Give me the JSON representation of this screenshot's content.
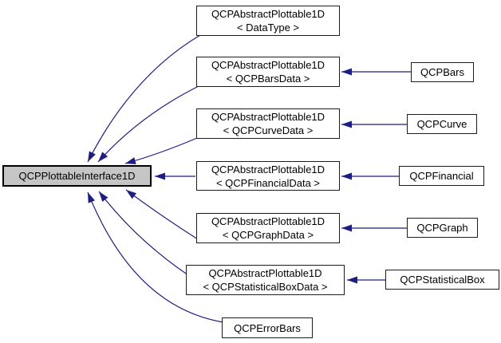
{
  "diagram": {
    "kind": "class-inheritance-graph",
    "colors": {
      "edge": "#1e1e82",
      "root_fill": "#c5c5c5",
      "node_fill": "#ffffff",
      "node_border": "#1c1c1c",
      "text": "#000000"
    },
    "root": {
      "label": "QCPPlottableInterface1D"
    },
    "middle": [
      {
        "line1": "QCPAbstractPlottable1D",
        "line2": "< DataType >"
      },
      {
        "line1": "QCPAbstractPlottable1D",
        "line2": "< QCPBarsData >"
      },
      {
        "line1": "QCPAbstractPlottable1D",
        "line2": "< QCPCurveData >"
      },
      {
        "line1": "QCPAbstractPlottable1D",
        "line2": "< QCPFinancialData >"
      },
      {
        "line1": "QCPAbstractPlottable1D",
        "line2": "< QCPGraphData >"
      },
      {
        "line1": "QCPAbstractPlottable1D",
        "line2": "< QCPStatisticalBoxData >"
      }
    ],
    "errorbars": {
      "label": "QCPErrorBars"
    },
    "right": [
      {
        "label": "QCPBars"
      },
      {
        "label": "QCPCurve"
      },
      {
        "label": "QCPFinancial"
      },
      {
        "label": "QCPGraph"
      },
      {
        "label": "QCPStatisticalBox"
      }
    ],
    "relations": [
      {
        "from": "QCPAbstractPlottable1D< DataType >",
        "to": "QCPPlottableInterface1D"
      },
      {
        "from": "QCPAbstractPlottable1D< QCPBarsData >",
        "to": "QCPPlottableInterface1D"
      },
      {
        "from": "QCPAbstractPlottable1D< QCPCurveData >",
        "to": "QCPPlottableInterface1D"
      },
      {
        "from": "QCPAbstractPlottable1D< QCPFinancialData >",
        "to": "QCPPlottableInterface1D"
      },
      {
        "from": "QCPAbstractPlottable1D< QCPGraphData >",
        "to": "QCPPlottableInterface1D"
      },
      {
        "from": "QCPAbstractPlottable1D< QCPStatisticalBoxData >",
        "to": "QCPPlottableInterface1D"
      },
      {
        "from": "QCPErrorBars",
        "to": "QCPPlottableInterface1D"
      },
      {
        "from": "QCPBars",
        "to": "QCPAbstractPlottable1D< QCPBarsData >"
      },
      {
        "from": "QCPCurve",
        "to": "QCPAbstractPlottable1D< QCPCurveData >"
      },
      {
        "from": "QCPFinancial",
        "to": "QCPAbstractPlottable1D< QCPFinancialData >"
      },
      {
        "from": "QCPGraph",
        "to": "QCPAbstractPlottable1D< QCPGraphData >"
      },
      {
        "from": "QCPStatisticalBox",
        "to": "QCPAbstractPlottable1D< QCPStatisticalBoxData >"
      }
    ]
  }
}
